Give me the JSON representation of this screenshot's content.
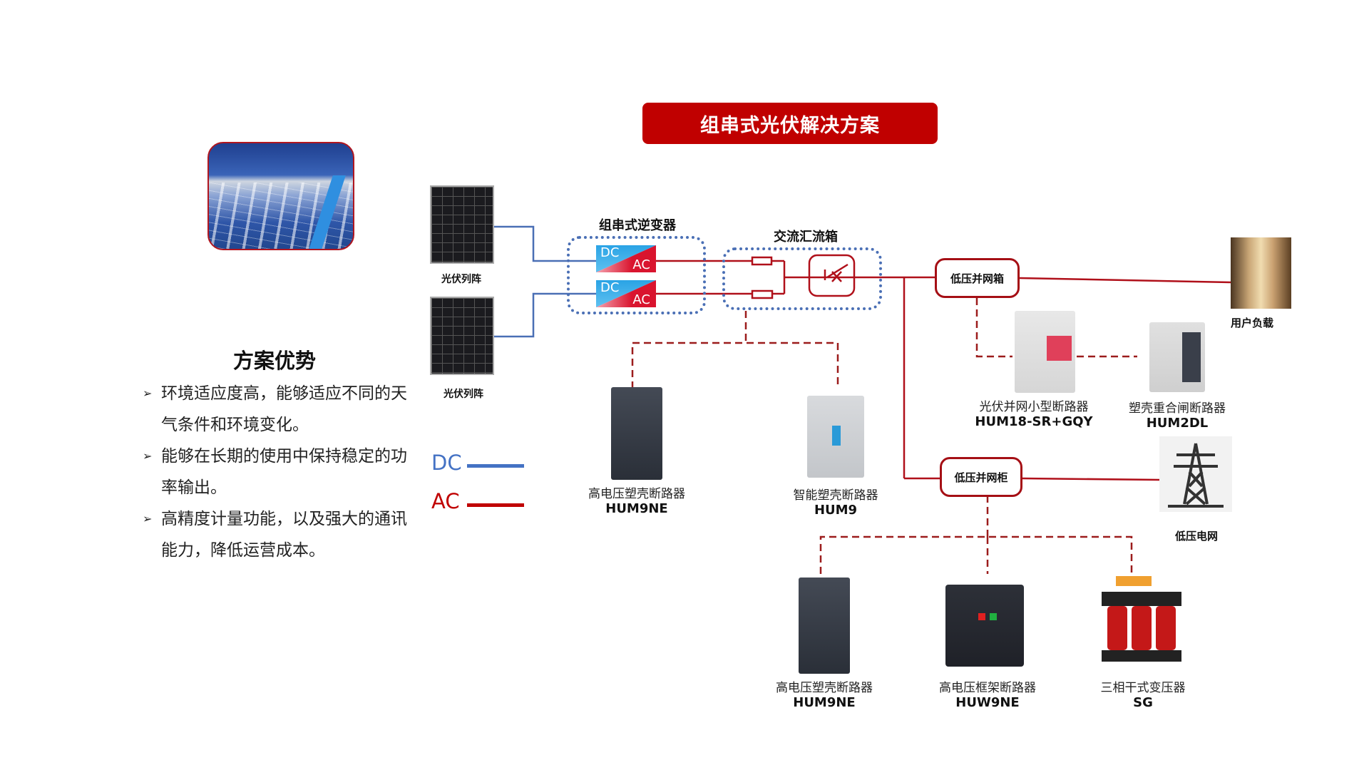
{
  "title": "组串式光伏解决方案",
  "advantages": {
    "heading": "方案优势",
    "items": [
      "环境适应度高，能够适应不同的天气条件和环境变化。",
      "能够在长期的使用中保持稳定的功率输出。",
      "高精度计量功能，以及强大的通讯能力，降低运营成本。"
    ]
  },
  "legend": {
    "dc_label": "DC",
    "ac_label": "AC",
    "dc_color": "#4472c4",
    "ac_color": "#c00000"
  },
  "diagram": {
    "pv_array_1": "光伏列阵",
    "pv_array_2": "光伏列阵",
    "inverter_title": "组串式逆变器",
    "inverter_units": [
      {
        "dc": "DC",
        "ac": "AC"
      },
      {
        "dc": "DC",
        "ac": "AC"
      }
    ],
    "combiner_title": "交流汇流箱",
    "lv_grid_box": "低压并网箱",
    "lv_grid_cabinet": "低压并网柜",
    "user_load": "用户负载",
    "lv_grid": "低压电网"
  },
  "products": {
    "combiner_left": {
      "name": "高电压塑壳断路器",
      "model": "HUM9NE"
    },
    "combiner_right": {
      "name": "智能塑壳断路器",
      "model": "HUM9"
    },
    "box_left": {
      "name": "光伏并网小型断路器",
      "model": "HUM18-SR+GQY"
    },
    "box_right": {
      "name": "塑壳重合闸断路器",
      "model": "HUM2DL"
    },
    "cabinet_1": {
      "name": "高电压塑壳断路器",
      "model": "HUM9NE"
    },
    "cabinet_2": {
      "name": "高电压框架断路器",
      "model": "HUW9NE"
    },
    "cabinet_3": {
      "name": "三相干式变压器",
      "model": "SG"
    }
  },
  "colors": {
    "brand_red": "#c00000",
    "dotted_blue": "#4a6fb5"
  }
}
